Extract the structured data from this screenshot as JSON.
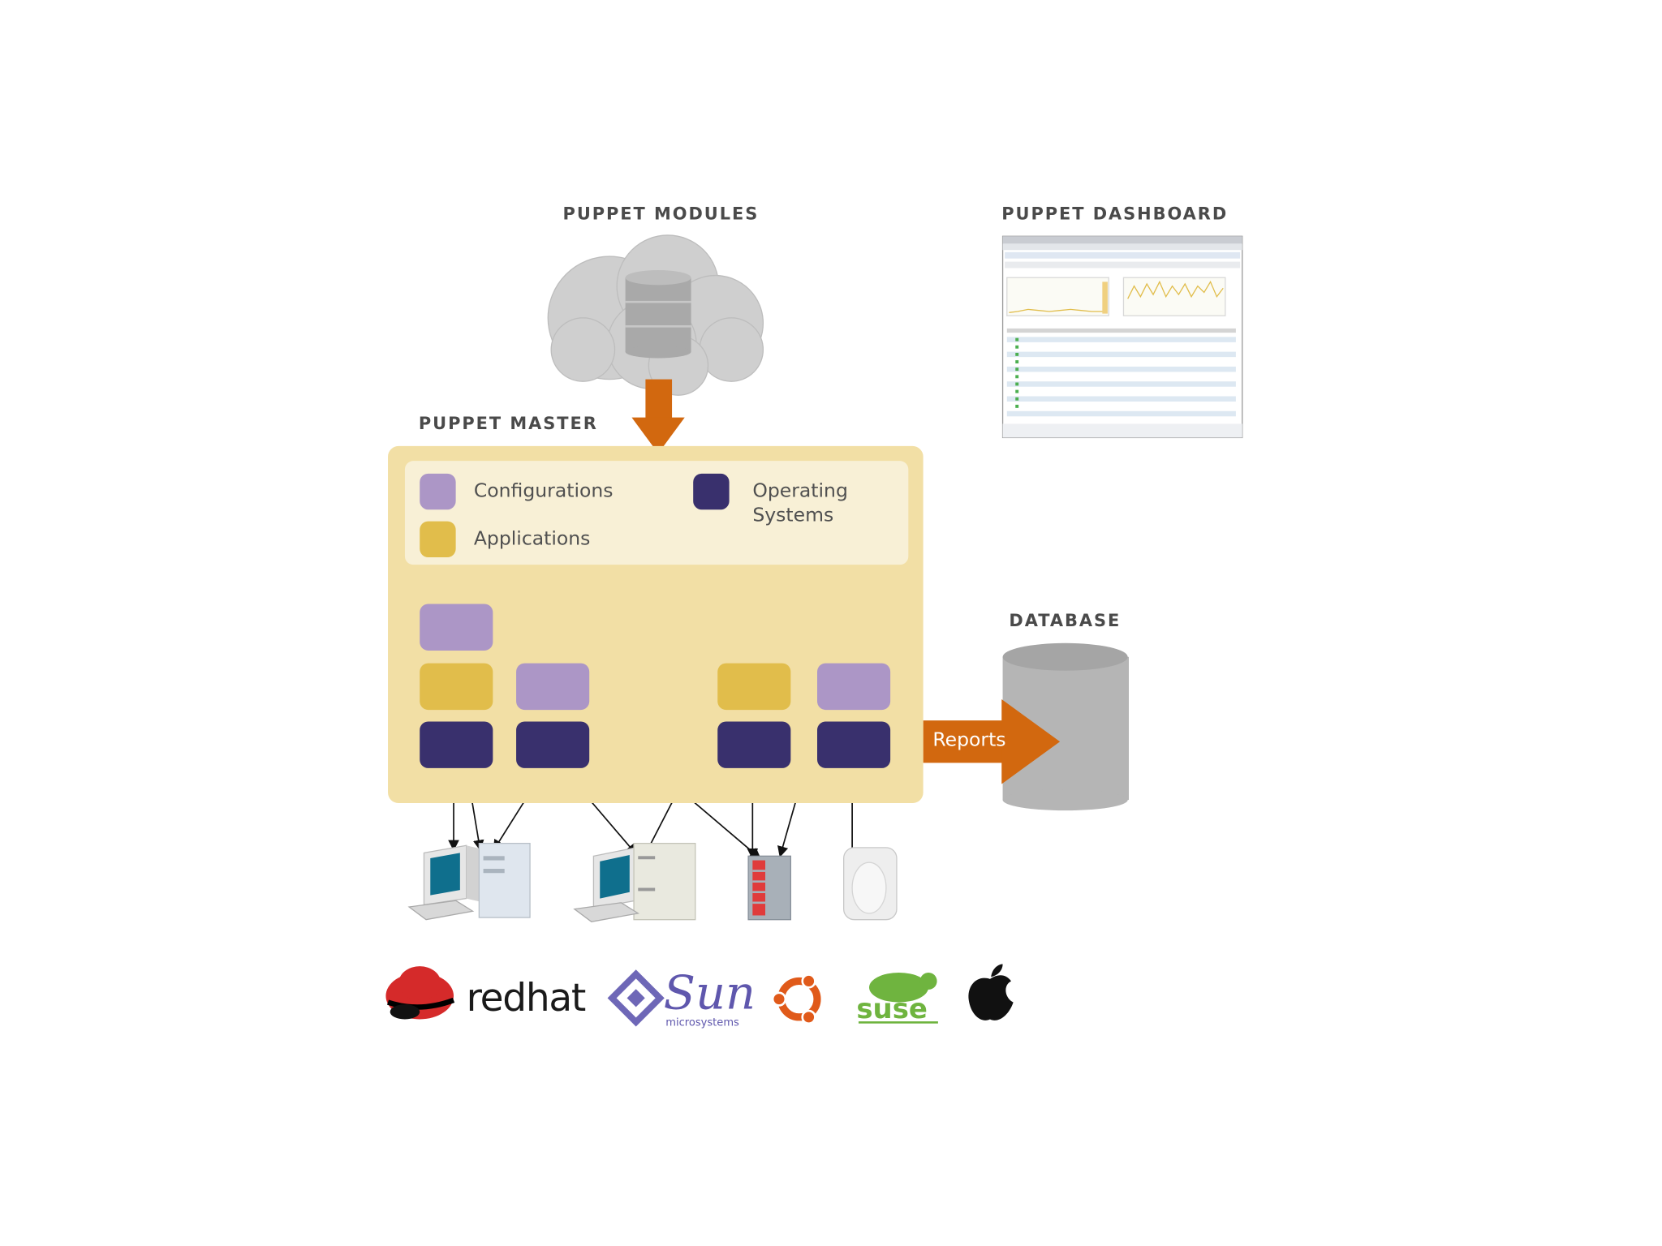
{
  "titles": {
    "modules": "PUPPET MODULES",
    "dashboard": "PUPPET DASHBOARD",
    "master": "PUPPET MASTER",
    "database": "DATABASE"
  },
  "legend": {
    "configurations": "Configurations",
    "applications": "Applications",
    "operating_systems_line1": "Operating",
    "operating_systems_line2": "Systems"
  },
  "reports_label": "Reports",
  "colors": {
    "configurations": "#ac96c6",
    "applications": "#e1bd4b",
    "operating_systems": "#39306d",
    "arrow": "#d2680f",
    "master_bg": "#f2dfa5"
  },
  "logos": {
    "redhat": "redhat",
    "sun": "Sun",
    "sun_sub": "microsystems",
    "suse": "suse"
  },
  "icons": [
    "cloud-icon",
    "database-icon",
    "dashboard-screenshot",
    "workstation-icon",
    "server-icon",
    "rack-server-icon",
    "mac-server-icon",
    "redhat-logo",
    "sun-logo",
    "ubuntu-logo",
    "suse-logo",
    "apple-logo"
  ]
}
